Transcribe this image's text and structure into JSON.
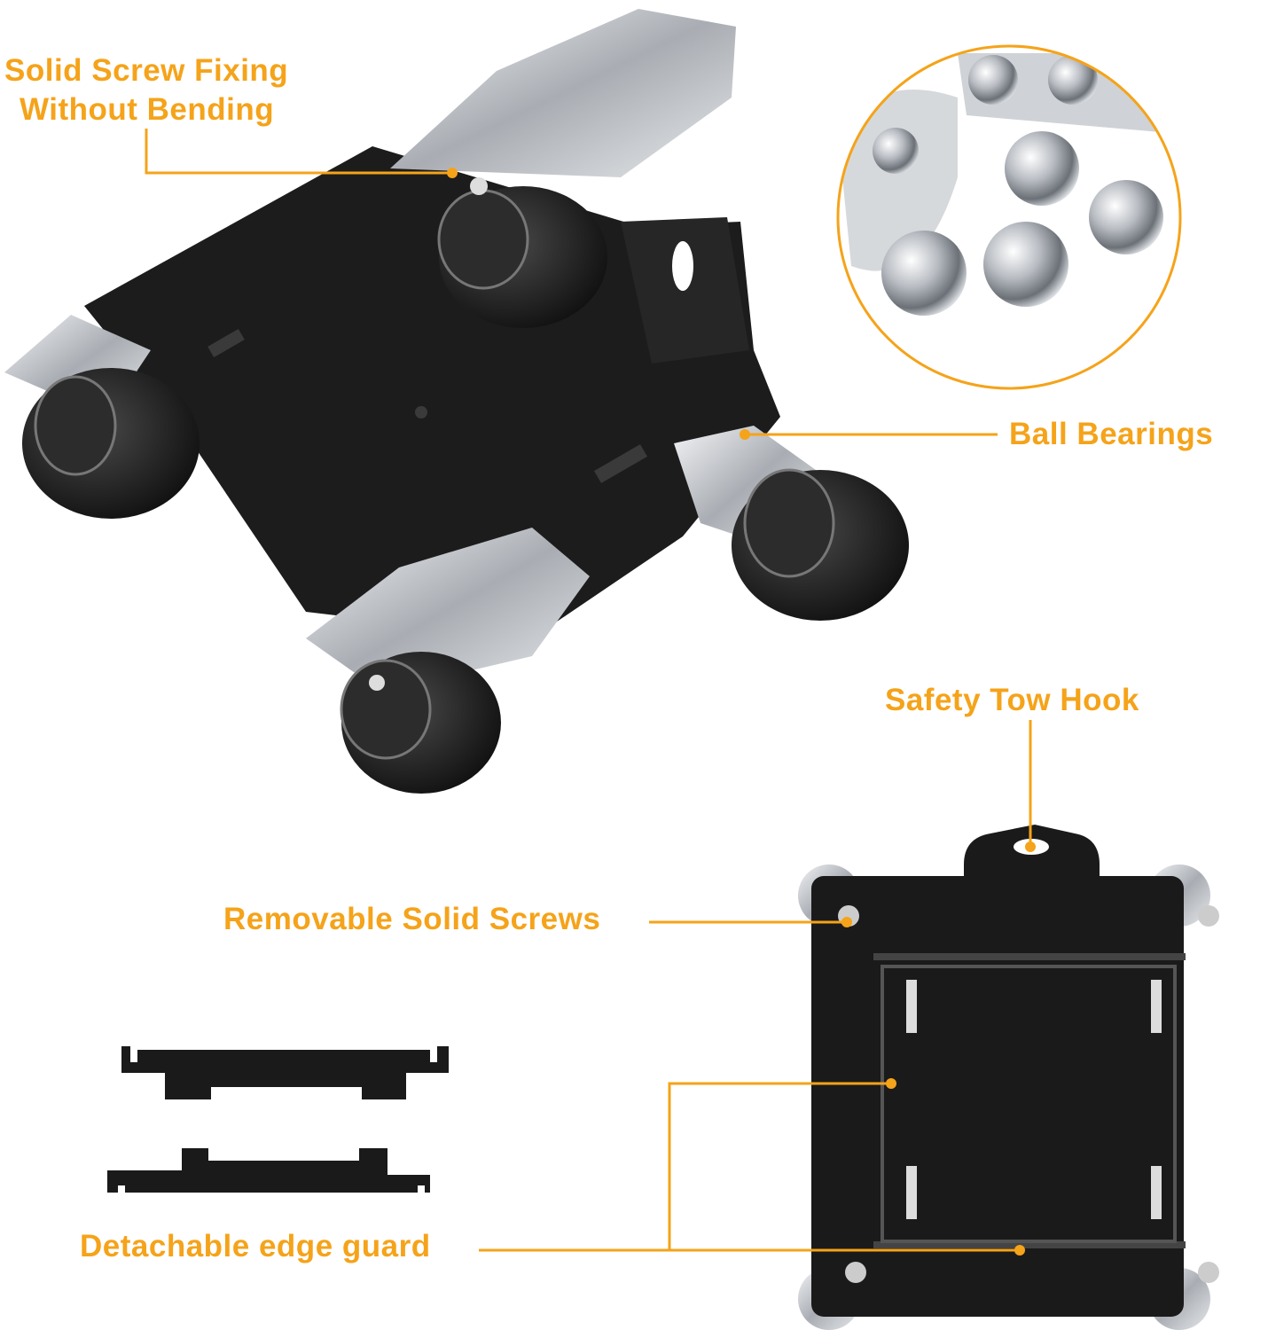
{
  "labels": {
    "screw_fixing_line1": "Solid Screw Fixing",
    "screw_fixing_line2": "Without Bending",
    "ball_bearings": "Ball Bearings",
    "tow_hook": "Safety Tow Hook",
    "removable_screws": "Removable Solid Screws",
    "edge_guard": "Detachable edge guard"
  },
  "colors": {
    "accent": "#F5A31A",
    "plate": "#1c1c1c",
    "wheel": "#222222",
    "metal": "#c9ccd0"
  }
}
